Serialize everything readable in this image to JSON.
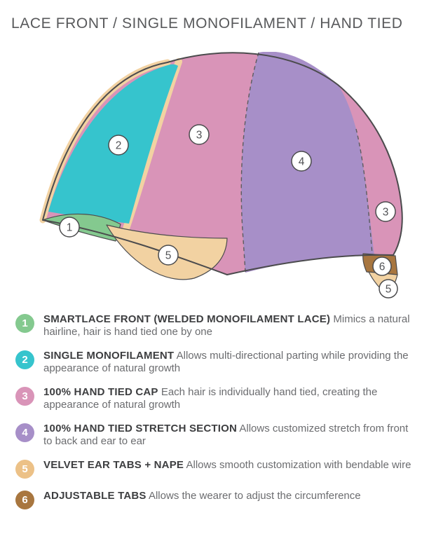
{
  "title": "LACE FRONT / SINGLE MONOFILAMENT / HAND TIED",
  "colors": {
    "green": "#84c98f",
    "teal": "#36c4cd",
    "pink": "#d994b8",
    "purple": "#a78fc8",
    "tan": "#f2d2a2",
    "brown": "#a8763f"
  },
  "diagram": {
    "markers": [
      "1",
      "2",
      "3",
      "4",
      "3",
      "5",
      "6",
      "5"
    ]
  },
  "legend": {
    "items": [
      {
        "number": "1",
        "color": "#84c98f",
        "title": "SMARTLACE FRONT (WELDED MONOFILAMENT LACE)",
        "description": "Mimics a natural hairline, hair is hand tied one by one"
      },
      {
        "number": "2",
        "color": "#36c4cd",
        "title": "SINGLE MONOFILAMENT",
        "description": "Allows multi-directional parting while providing the appearance of natural growth"
      },
      {
        "number": "3",
        "color": "#d994b8",
        "title": "100% HAND TIED CAP",
        "description": "Each hair is individually hand tied, creating the appearance of natural growth"
      },
      {
        "number": "4",
        "color": "#a78fc8",
        "title": "100% HAND TIED STRETCH SECTION",
        "description": "Allows customized stretch from front to back and ear to ear"
      },
      {
        "number": "5",
        "color": "#ecc187",
        "title": "VELVET EAR TABS + NAPE",
        "description": "Allows smooth customization with bendable wire"
      },
      {
        "number": "6",
        "color": "#a8763f",
        "title": "ADJUSTABLE TABS",
        "description": "Allows the wearer to adjust the circumference"
      }
    ]
  }
}
